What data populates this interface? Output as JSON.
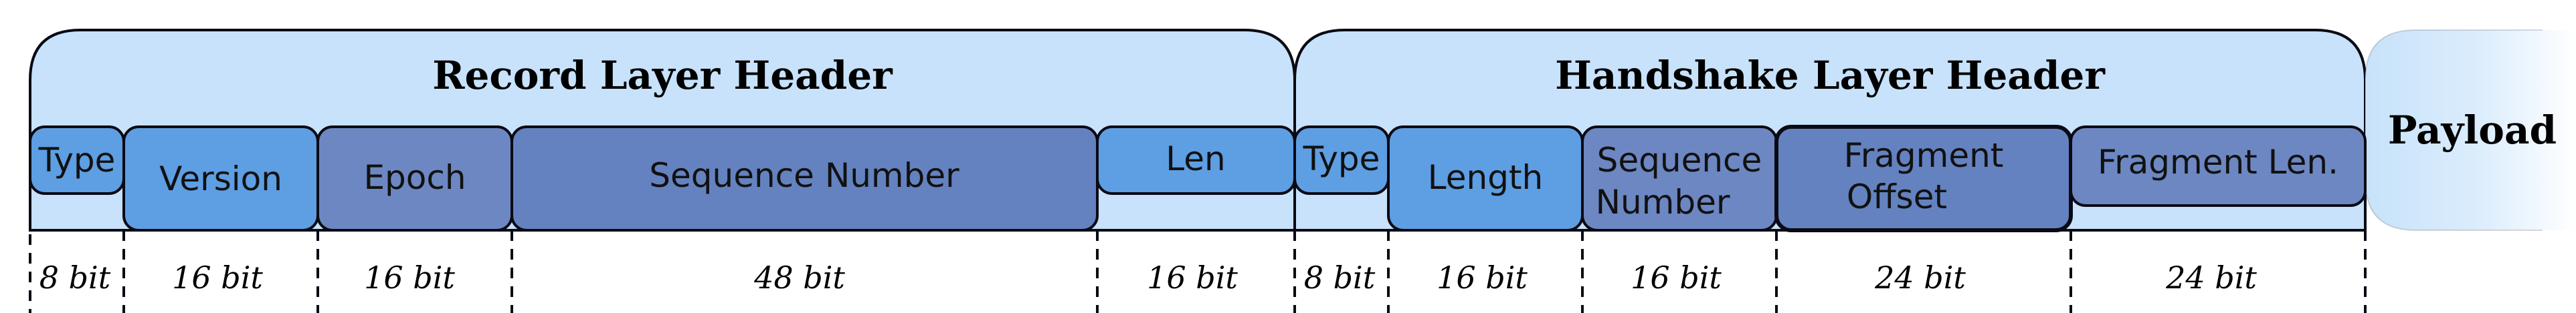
{
  "colors": {
    "header_fill": "#c7e2fa",
    "light_blue": "#5e9ee3",
    "mid_blue": "#6d87c2",
    "dark_blue": "#6482c0",
    "stroke": "#0a0a14"
  },
  "record_header": {
    "title": "Record Layer Header",
    "fields": [
      {
        "label": "Type",
        "bits": "8 bit",
        "color": "#5e9ee3"
      },
      {
        "label": "Version",
        "bits": "16 bit",
        "color": "#5e9ee3"
      },
      {
        "label": "Epoch",
        "bits": "16 bit",
        "color": "#6d87c2"
      },
      {
        "label": "Sequence Number",
        "bits": "48 bit",
        "color": "#6482c0"
      },
      {
        "label": "Len",
        "bits": "16 bit",
        "color": "#5e9ee3"
      }
    ]
  },
  "handshake_header": {
    "title": "Handshake Layer Header",
    "fields": [
      {
        "label": "Type",
        "bits": "8 bit",
        "color": "#5e9ee3"
      },
      {
        "label": "Length",
        "bits": "16 bit",
        "color": "#5e9ee3"
      },
      {
        "label_lines": [
          "Sequence",
          "Number"
        ],
        "bits": "16 bit",
        "color": "#6d87c2"
      },
      {
        "label_lines": [
          "Fragment",
          "Offset"
        ],
        "bits": "24 bit",
        "color": "#6482c0"
      },
      {
        "label": "Fragment Len.",
        "bits": "24 bit",
        "color": "#6d87c2"
      }
    ]
  },
  "payload": {
    "title": "Payload"
  }
}
